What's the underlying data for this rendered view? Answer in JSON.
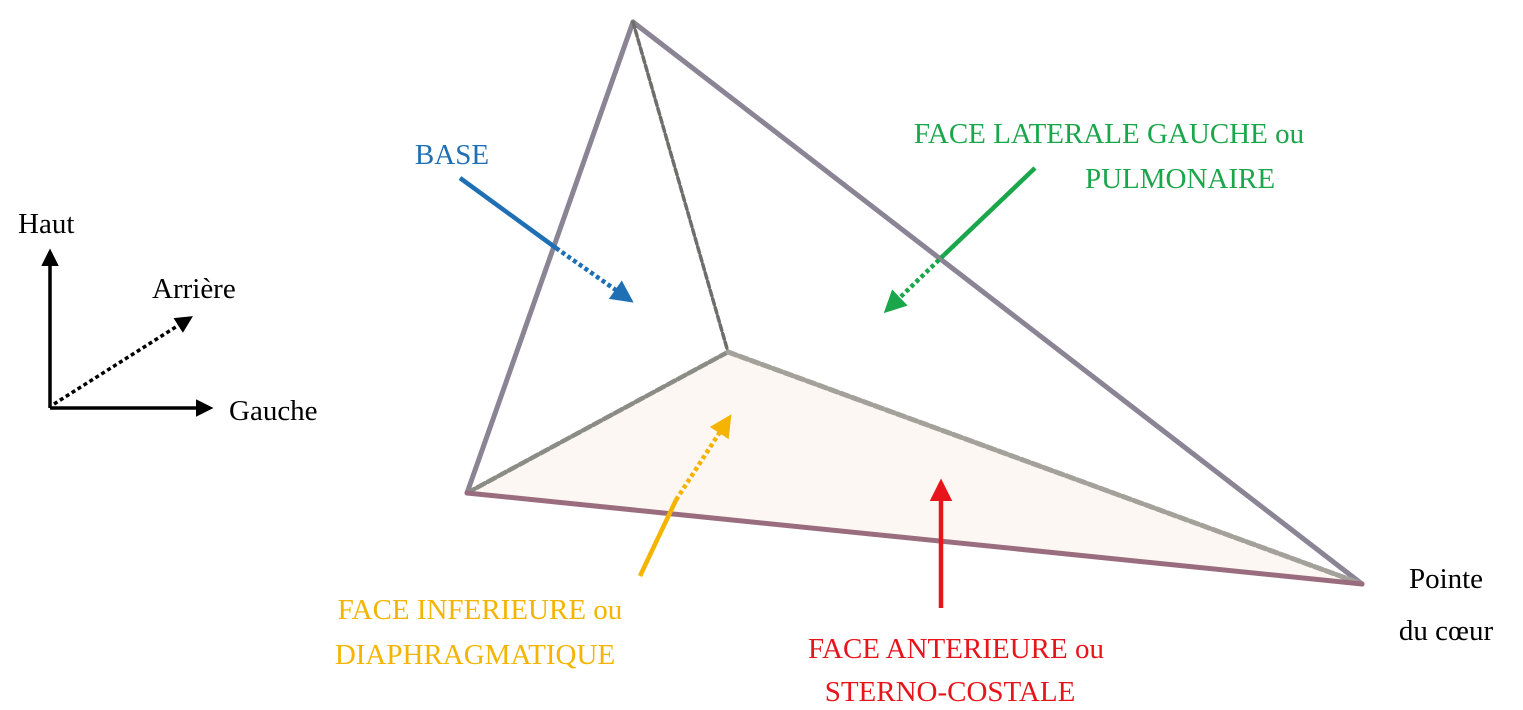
{
  "orientation": {
    "up": "Haut",
    "back": "Arrière",
    "left": "Gauche"
  },
  "labels": {
    "base": "BASE",
    "left_face_line1": "FACE LATERALE GAUCHE ou",
    "left_face_line2": "PULMONAIRE",
    "inferior_face_line1": "FACE INFERIEURE ou",
    "inferior_face_line2": "DIAPHRAGMATIQUE",
    "anterior_face_line1": "FACE ANTERIEURE ou",
    "anterior_face_line2": "STERNO-COSTALE",
    "apex_line1": "Pointe",
    "apex_line2": "du cœur"
  },
  "colors": {
    "base": "#1f6fb4",
    "left_face": "#1aa64a",
    "inferior_face": "#f4b400",
    "anterior_face": "#e8141b",
    "text": "#000000",
    "edges": "#8a8494",
    "bottom_edge": "#9a6d7e"
  }
}
